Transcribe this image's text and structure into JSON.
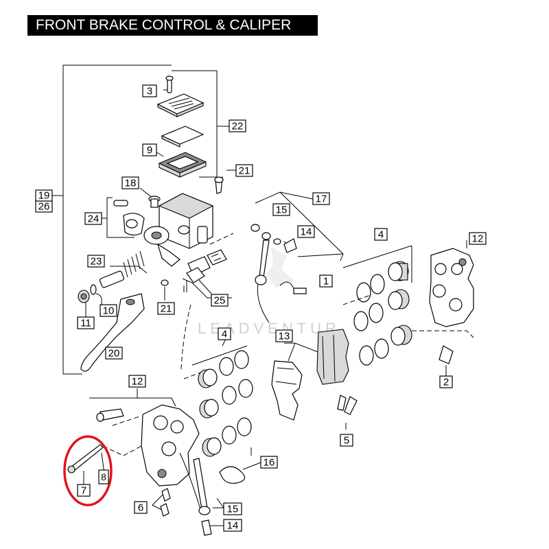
{
  "title": "FRONT BRAKE CONTROL & CALIPER",
  "watermark": "LEADVENTUR",
  "highlight_color": "#e0141e",
  "callouts": {
    "c3": "3",
    "c22": "22",
    "c9": "9",
    "c21a": "21",
    "c18": "18",
    "c19": "19",
    "c26": "26",
    "c24": "24",
    "c15a": "15",
    "c17": "17",
    "c14a": "14",
    "c4a": "4",
    "c12a": "12",
    "c23": "23",
    "c1": "1",
    "c11": "11",
    "c10": "10",
    "c21b": "21",
    "c25": "25",
    "c20": "20",
    "c4b": "4",
    "c13": "13",
    "c2": "2",
    "c12b": "12",
    "c5": "5",
    "c16": "16",
    "c7": "7",
    "c8": "8",
    "c6": "6",
    "c15b": "15",
    "c14b": "14"
  }
}
